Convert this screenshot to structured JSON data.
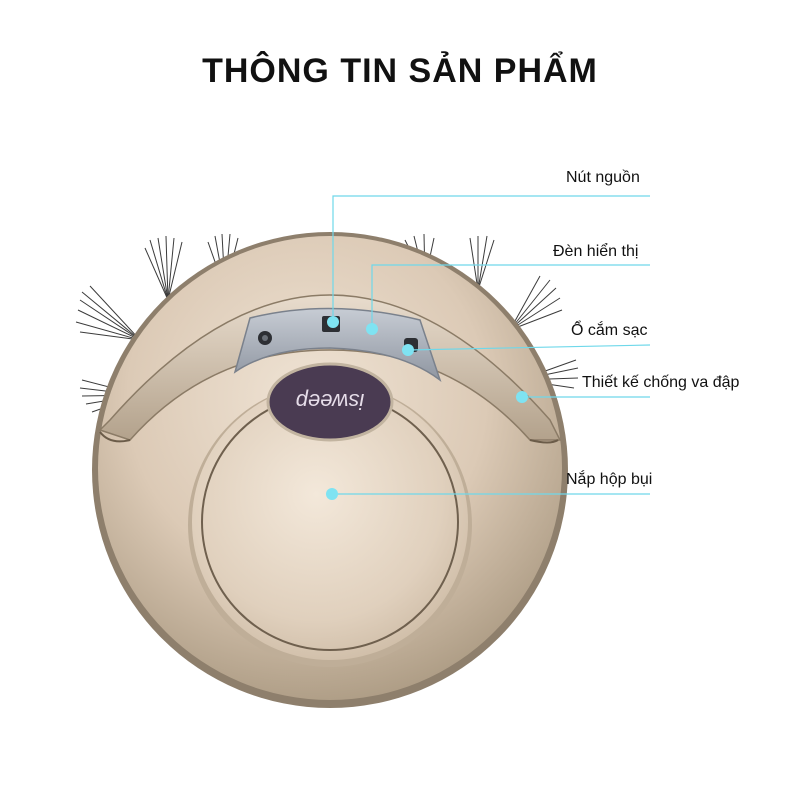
{
  "title": "THÔNG TIN SẢN PHẨM",
  "brand_logo_text": "isweep",
  "colors": {
    "body_gold": "#d8c7b3",
    "body_dark": "#9c8c79",
    "panel": "#a9afb8",
    "logo_badge": "#4a3b52",
    "callout_line": "#6fd8ea",
    "callout_dot": "#7fe3f2"
  },
  "callouts": [
    {
      "id": "power",
      "label": "Nút nguồn"
    },
    {
      "id": "display",
      "label": "Đèn hiển thị"
    },
    {
      "id": "charge",
      "label": "Ổ cắm sạc"
    },
    {
      "id": "bumper",
      "label": "Thiết kế chống va đập"
    },
    {
      "id": "dustbin",
      "label": "Nắp hộp bụi"
    }
  ]
}
